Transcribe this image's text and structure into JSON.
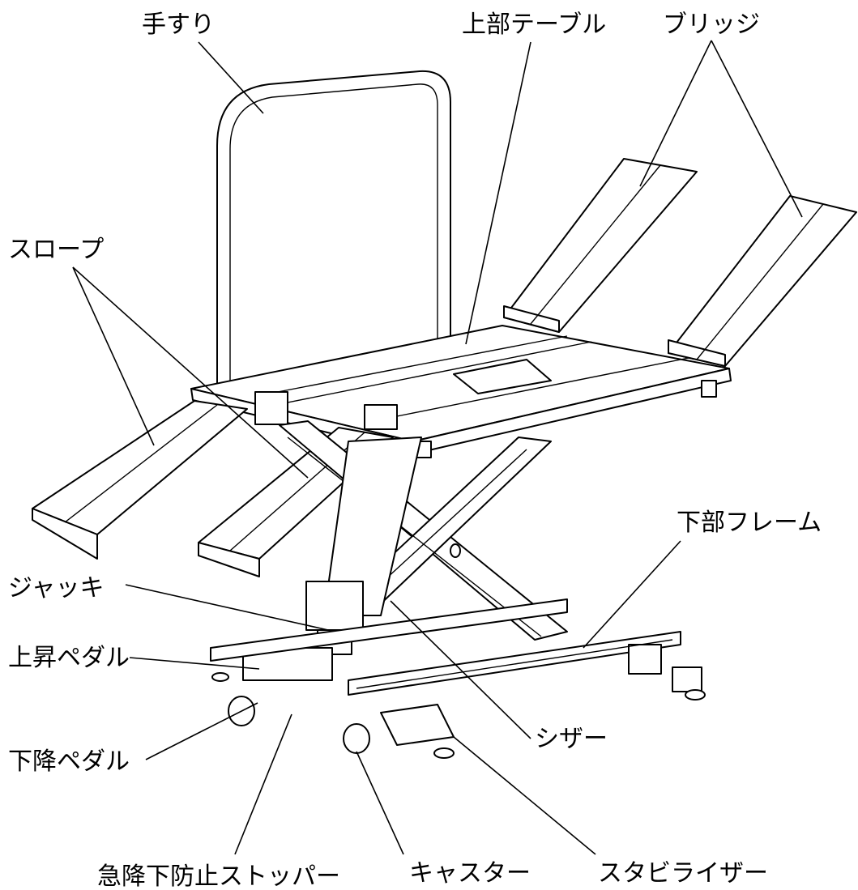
{
  "labels": {
    "handrail": "手すり",
    "upper_table": "上部テーブル",
    "bridge": "ブリッジ",
    "slope": "スロープ",
    "lower_frame": "下部フレーム",
    "jack": "ジャッキ",
    "raise_pedal": "上昇ペダル",
    "lower_pedal": "下降ペダル",
    "scissor": "シザー",
    "stopper": "急降下防止ストッパー",
    "caster": "キャスター",
    "stabilizer": "スタビライザー"
  },
  "colors": {
    "ink": "#000000",
    "paper": "#ffffff"
  }
}
